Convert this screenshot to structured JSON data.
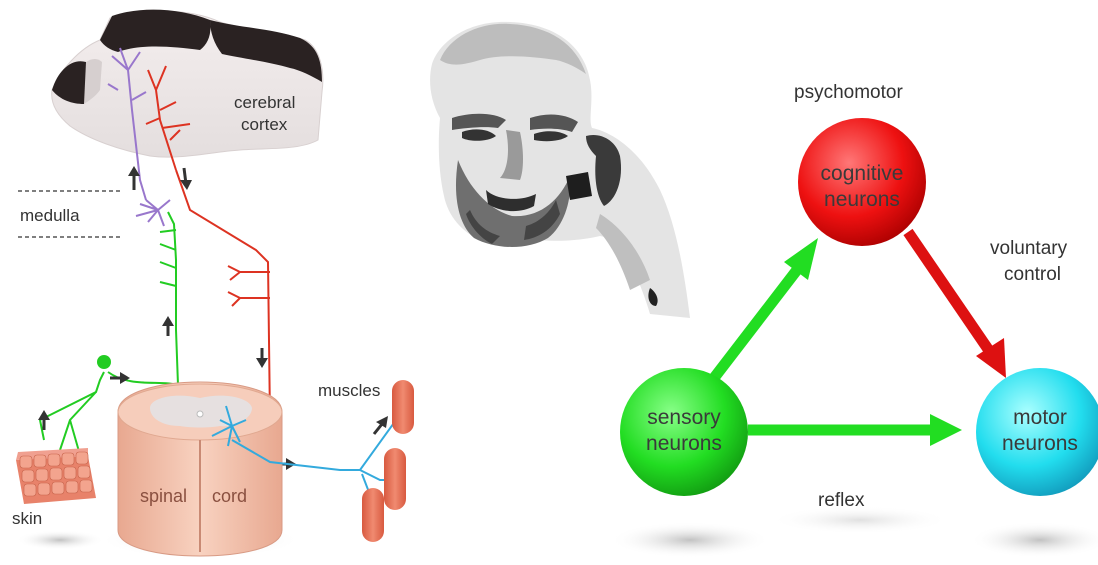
{
  "anatomy": {
    "cortex_label_line1": "cerebral",
    "cortex_label_line2": "cortex",
    "medulla_label": "medulla",
    "muscles_label": "muscles",
    "skin_label": "skin",
    "spinal_label": "spinal",
    "cord_label": "cord"
  },
  "loop": {
    "cognitive_line1": "cognitive",
    "cognitive_line2": "neurons",
    "sensory_line1": "sensory",
    "sensory_line2": "neurons",
    "motor_line1": "motor",
    "motor_line2": "neurons",
    "psychomotor_label": "psychomotor",
    "voluntary_line1": "voluntary",
    "voluntary_line2": "control",
    "reflex_label": "reflex"
  },
  "colors": {
    "sensory": "#22cc22",
    "cognitive": "#dd1111",
    "motor": "#22d4ee",
    "motor_path": "#33aadd",
    "descending": "#dd3322",
    "ascending_brain": "#9977cc",
    "cord_tissue": "#f2c0a8",
    "muscle": "#e8735a"
  }
}
